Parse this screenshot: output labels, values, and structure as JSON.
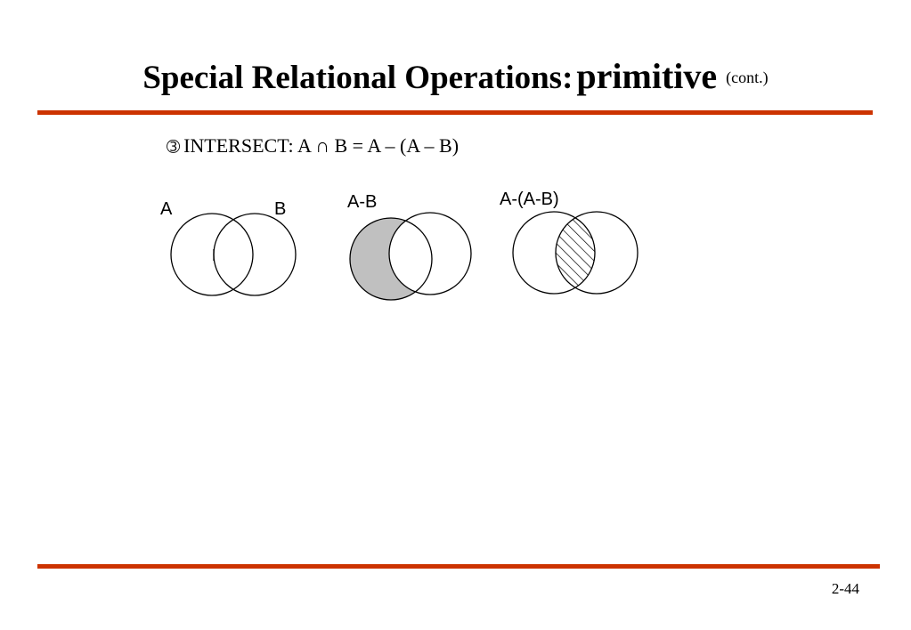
{
  "title": {
    "main": "Special Relational Operations:",
    "emphasis": "primitive",
    "suffix": "(cont.)"
  },
  "bullet": {
    "symbol": "➂",
    "text": "INTERSECT:  A ∩ B  =  A – (A – B)"
  },
  "diagrams": {
    "d1": {
      "label_a": "A",
      "label_b": "B"
    },
    "d2": {
      "label": "A-B",
      "fill": "#c0c0c0"
    },
    "d3": {
      "label": "A-(A-B)",
      "fill": "hatched"
    }
  },
  "page_number": "2-44",
  "colors": {
    "rule": "#cc3300"
  }
}
